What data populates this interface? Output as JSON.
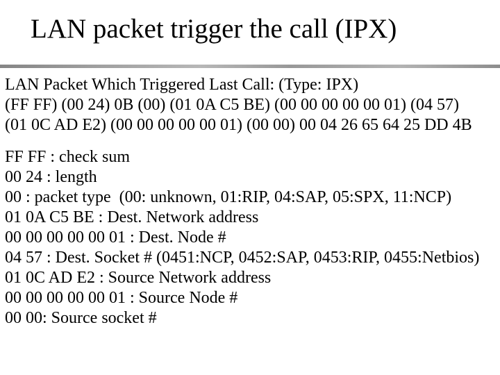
{
  "slide": {
    "title": "LAN packet trigger the call (IPX)",
    "divider_color_dark": "#858585",
    "divider_color_light": "#b7b7b7",
    "intro": [
      "LAN Packet Which Triggered Last Call: (Type: IPX)",
      "(FF FF) (00 24) 0B (00) (01 0A C5 BE) (00 00 00 00 00 01) (04 57)",
      "(01 0C AD E2) (00 00 00 00 00 01) (00 00) 00 04 26 65 64 25 DD 4B"
    ],
    "fields": [
      "FF FF : check sum",
      "00 24 : length",
      "00 : packet type  (00: unknown, 01:RIP, 04:SAP, 05:SPX, 11:NCP)",
      "01 0A C5 BE : Dest. Network address",
      "00 00 00 00 00 01 : Dest. Node #",
      "04 57 : Dest. Socket # (0451:NCP, 0452:SAP, 0453:RIP, 0455:Netbios)",
      "01 0C AD E2 : Source Network address",
      "00 00 00 00 00 01 : Source Node #",
      "00 00: Source socket #"
    ]
  }
}
